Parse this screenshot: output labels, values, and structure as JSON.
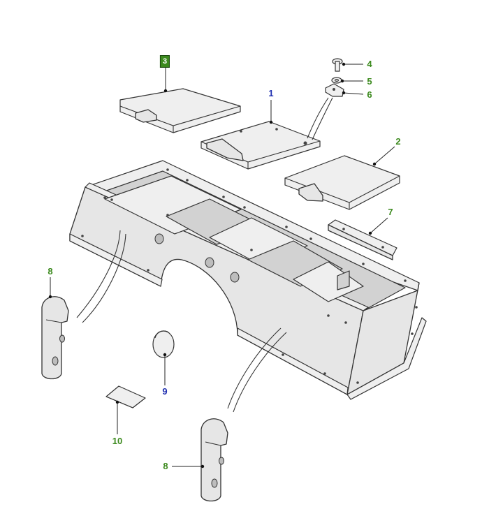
{
  "diagram": {
    "colors": {
      "green": "#3c8a1e",
      "blue": "#1f2fb0",
      "box_fill": "#3c8a1e"
    },
    "callouts": {
      "c1": "1",
      "c2": "2",
      "c3": "3",
      "c4": "4",
      "c5": "5",
      "c6": "6",
      "c7": "7",
      "c8a": "8",
      "c8b": "8",
      "c9": "9",
      "c10": "10"
    }
  }
}
